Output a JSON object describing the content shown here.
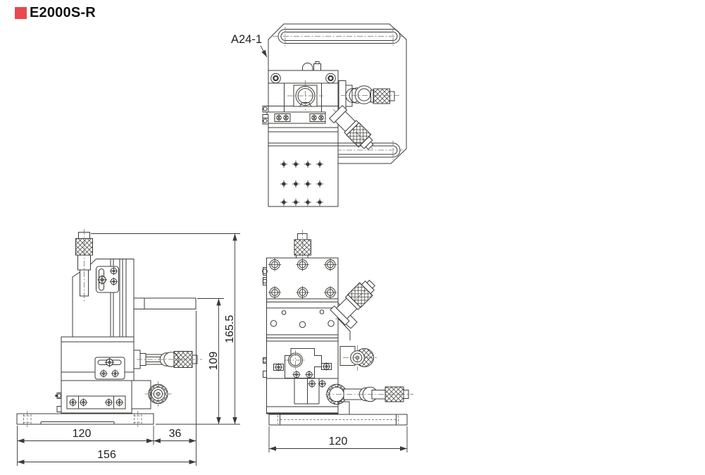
{
  "header": {
    "title": "E2000S-R",
    "accent_color": "#e8494d"
  },
  "drawing": {
    "line_color": "#3b3b39",
    "views": {
      "top": {
        "callout": "A24-1"
      },
      "side": {
        "dims": {
          "width_main": "120",
          "width_arm": "36",
          "width_total": "156",
          "height_arm": "109",
          "height_total": "165.5"
        }
      },
      "front": {
        "dims": {
          "width_base": "120"
        }
      }
    }
  }
}
